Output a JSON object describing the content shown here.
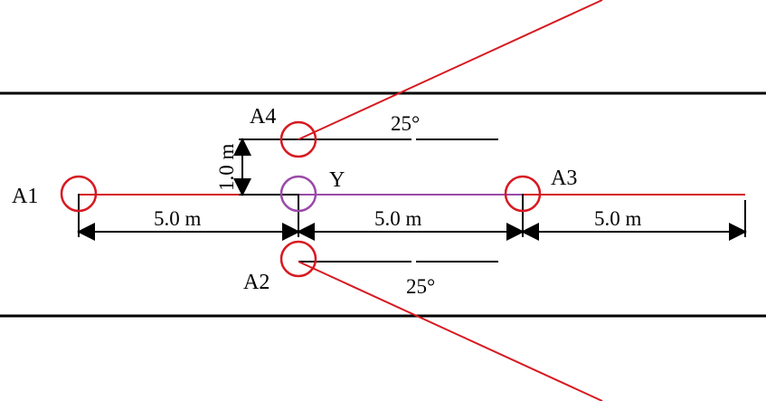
{
  "nodes": {
    "a1": "A1",
    "a2": "A2",
    "a3": "A3",
    "a4": "A4",
    "y": "Y"
  },
  "dimensions": {
    "left_span": "5.0 m",
    "middle_span": "5.0 m",
    "right_span": "5.0 m",
    "vertical_offset": "1.0 m"
  },
  "angles": {
    "upper": "25°",
    "lower": "25°"
  },
  "colors": {
    "line": "#000000",
    "red": "#d71920",
    "purple": "#9a4aa8"
  }
}
